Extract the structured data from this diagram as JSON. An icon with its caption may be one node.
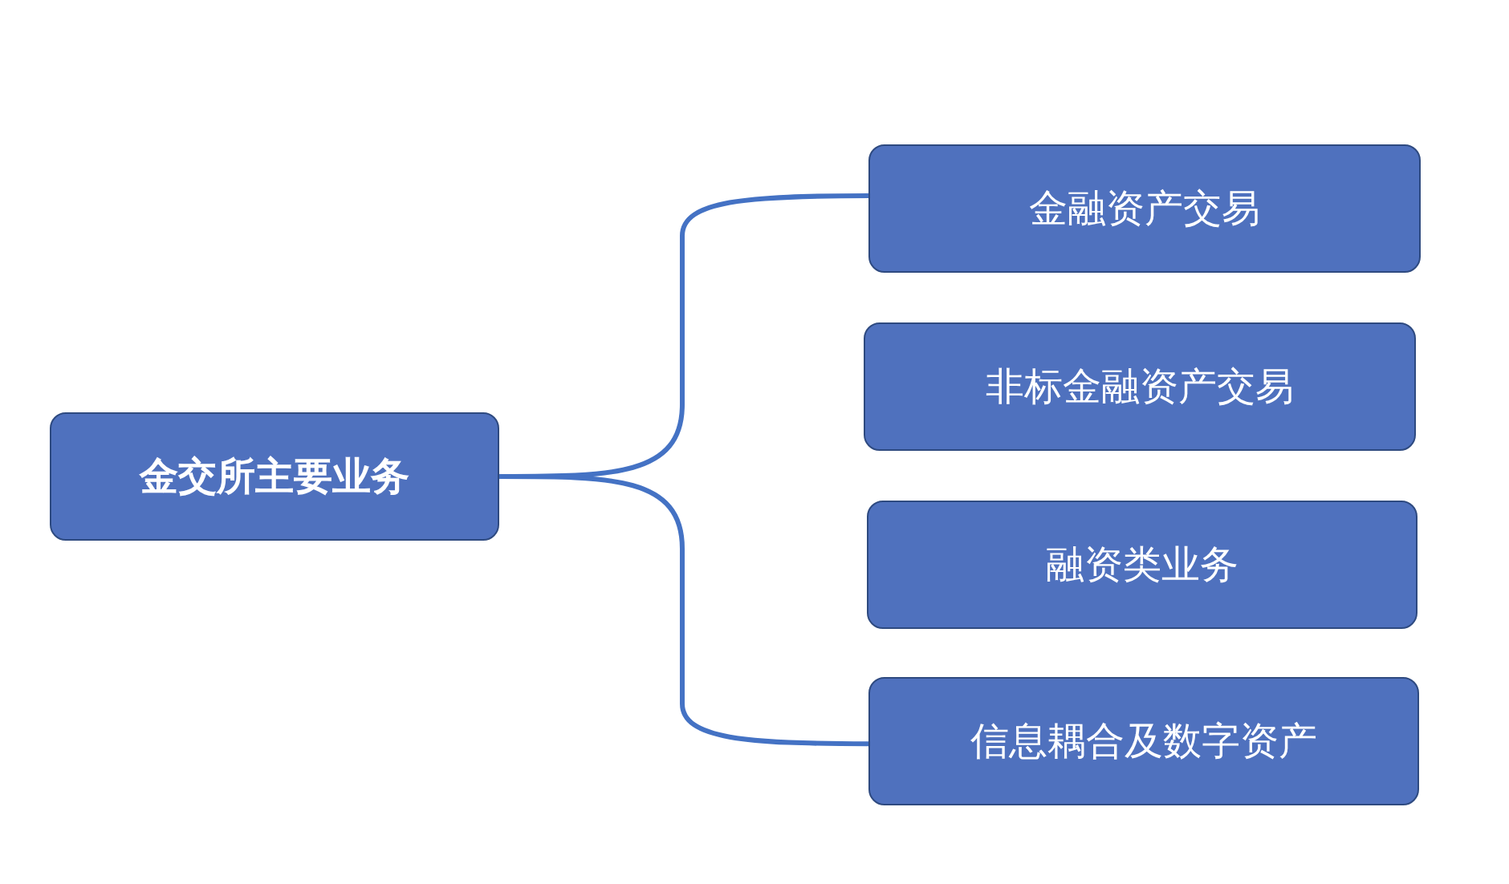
{
  "diagram": {
    "nodes": [
      {
        "text": [
          "金交所主要业务"
        ]
      },
      {
        "text": [
          "金融资产交易"
        ]
      },
      {
        "text": [
          "非标金融资产交易"
        ]
      },
      {
        "text": [
          "融资类业务"
        ]
      },
      {
        "text": [
          "信息耦合及数字资产"
        ]
      }
    ],
    "edges": [
      {
        "from": 0,
        "to": 1,
        "arrow": "none"
      },
      {
        "from": 0,
        "to": 4,
        "arrow": "none"
      }
    ]
  }
}
